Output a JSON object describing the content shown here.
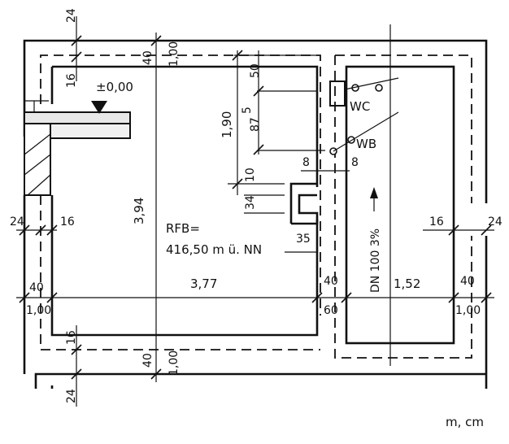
{
  "labels": {
    "wall_24_top": "24",
    "wall_24_left": "24",
    "wall_24_right": "24",
    "wall_24_bottom": "24",
    "dim_16_top": "16",
    "dim_16_left": "16",
    "dim_16_right": "16",
    "dim_16_bottom": "16",
    "dim_40_top": "40",
    "dim_100_top": "1,00",
    "dim_40_bottom": "40",
    "dim_100_bottom": "1,00",
    "dim_40_left": "40",
    "dim_100_left": "1,00",
    "dim_40_mid": "40",
    "dim_60_mid": "60",
    "dim_40_right": "40",
    "dim_100_right": "1,00",
    "level": "±0,00",
    "height_394": "3,94",
    "width_377": "3,77",
    "width_152": "1,52",
    "dim_190": "1,90",
    "dim_50": "50",
    "dim_875": "87",
    "dim_875_sup": "5",
    "dim_10": "10",
    "dim_34": "34",
    "dim_8_a": "8",
    "dim_8_b": "8",
    "dim_35": "35",
    "rfb_1": "RFB=",
    "rfb_2": "416,50 m ü. NN",
    "wc": "WC",
    "wb": "WB",
    "dn": "DN 100 3%",
    "units": "m, cm"
  }
}
